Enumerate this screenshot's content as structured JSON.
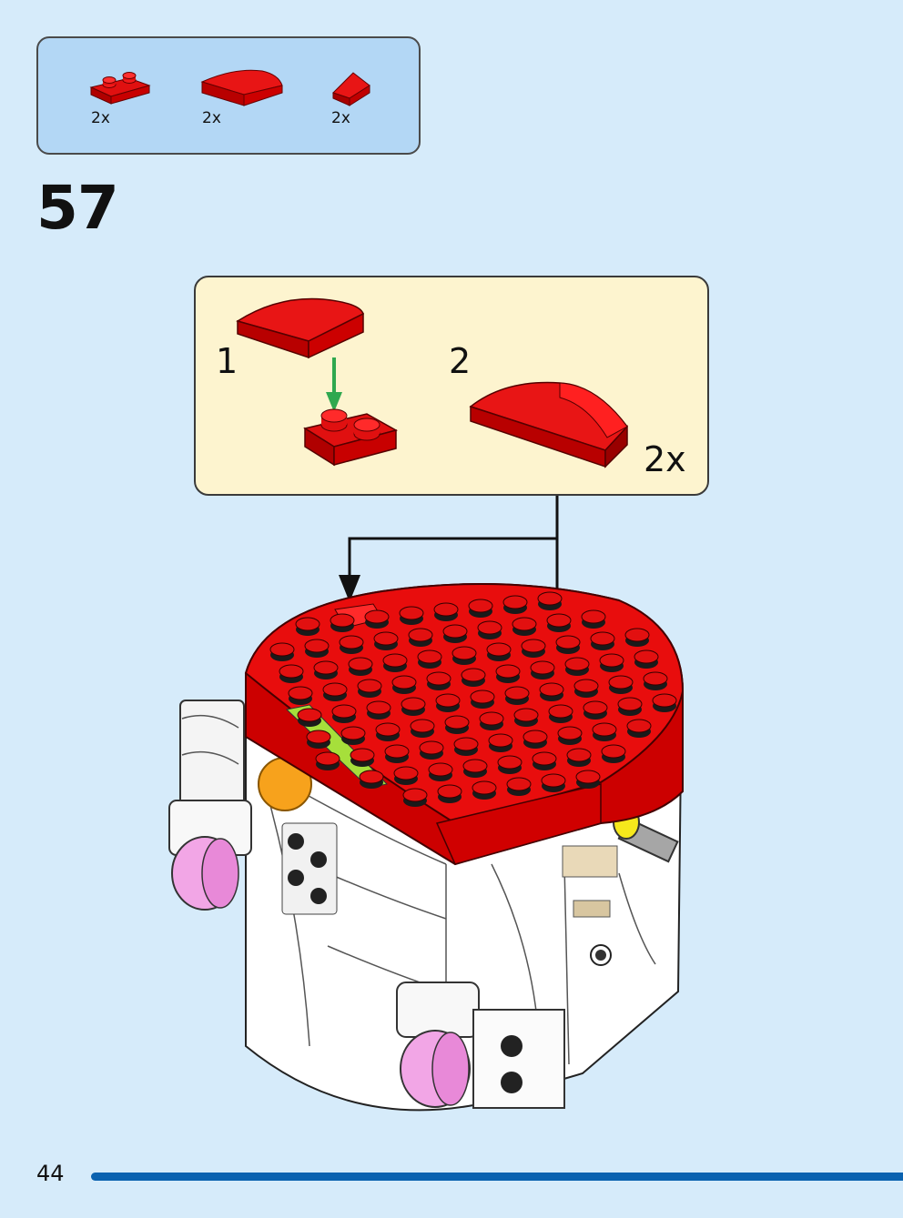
{
  "parts_list": {
    "items": [
      {
        "icon": "plate-1x2-red-icon",
        "qty": "2x"
      },
      {
        "icon": "curved-slope-red-icon",
        "qty": "2x"
      },
      {
        "icon": "slope-wedge-red-icon",
        "qty": "2x"
      }
    ]
  },
  "step": {
    "number": "57"
  },
  "sub_assembly": {
    "step1_label": "1",
    "step2_label": "2",
    "multiplier": "2x"
  },
  "page": {
    "number": "44"
  },
  "colors": {
    "background": "#d6ebfa",
    "parts_box": "#b3d7f5",
    "sub_box": "#fdf4cf",
    "brick_red": "#d40000",
    "accent_blue": "#0a62b0"
  }
}
